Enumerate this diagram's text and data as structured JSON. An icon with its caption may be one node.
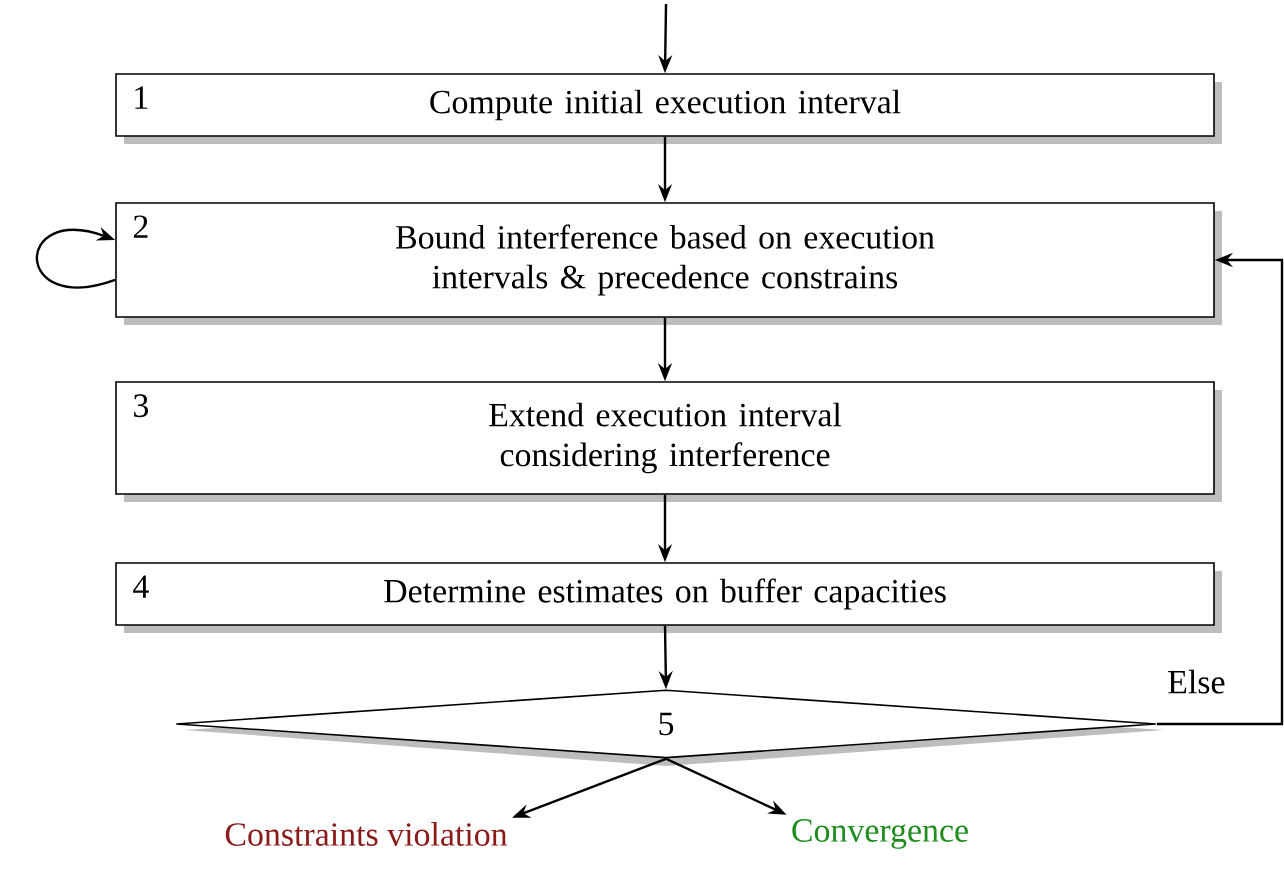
{
  "diagram": {
    "nodes": [
      {
        "text": [
          "1",
          "Compute initial execution interval"
        ]
      },
      {
        "text": [
          "2",
          "Bound interference based on execution intervals & precedence constrains"
        ]
      },
      {
        "text": [
          "3",
          "Extend execution interval considering interference"
        ]
      },
      {
        "text": [
          "4",
          "Determine estimates on buffer capacities"
        ]
      },
      {
        "text": [
          "5"
        ]
      },
      {
        "text": [
          "Constraints violation"
        ]
      },
      {
        "text": [
          "Convergence"
        ]
      }
    ],
    "edges": [
      {
        "from": null,
        "to": 0,
        "arrow": "to"
      },
      {
        "from": 0,
        "to": 1,
        "arrow": "to"
      },
      {
        "from": 1,
        "to": 1,
        "arrow": "to"
      },
      {
        "from": 1,
        "to": 2,
        "arrow": "to"
      },
      {
        "from": 2,
        "to": 3,
        "arrow": "to"
      },
      {
        "from": 3,
        "to": 4,
        "arrow": "to"
      },
      {
        "from": 4,
        "to": 5,
        "arrow": "to"
      },
      {
        "from": 4,
        "to": 6,
        "arrow": "to"
      },
      {
        "from": 4,
        "to": 1,
        "arrow": "to",
        "label": "Else"
      }
    ]
  }
}
